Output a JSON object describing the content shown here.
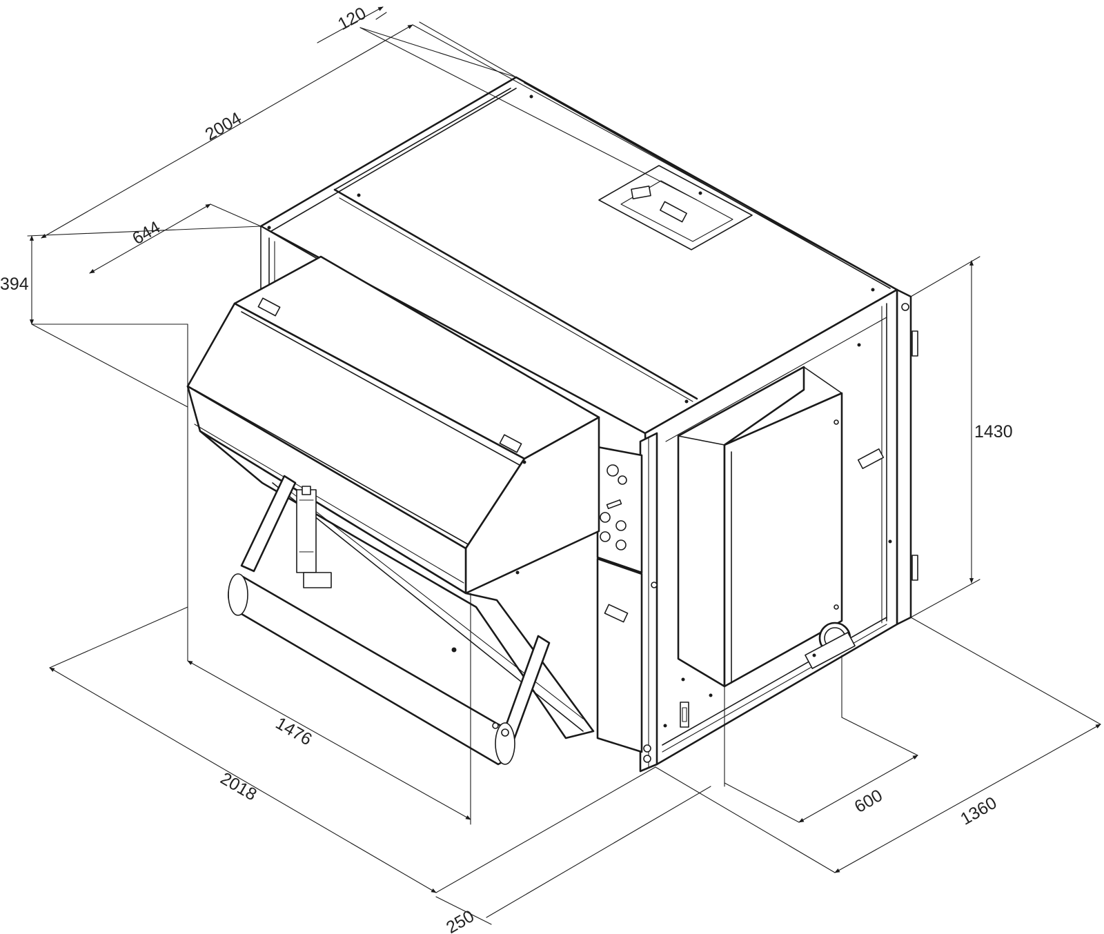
{
  "drawing": {
    "colors": {
      "line": "#1a1a1a",
      "text": "#222222",
      "background": "#ffffff"
    },
    "dimensions": {
      "top_offset": "120",
      "top_length": "2004",
      "top_notch_width": "644",
      "top_notch_height": "394",
      "height": "1430",
      "roller_span": "1476",
      "base_length": "2018",
      "cabinet_depth": "600",
      "base_width": "1360",
      "front_offset": "250"
    }
  }
}
